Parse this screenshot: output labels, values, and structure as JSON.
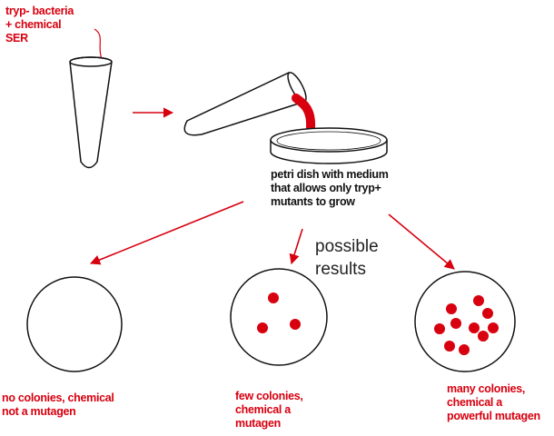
{
  "colors": {
    "accent": "#d8000f",
    "ink": "#111111"
  },
  "labels": {
    "sample": [
      "tryp- bacteria",
      "+ chemical",
      "SER"
    ],
    "dish": [
      "petri dish with medium",
      "that allows only tryp+",
      "mutants to grow"
    ],
    "possible": [
      "possible",
      "results"
    ],
    "result_none": [
      "no colonies, chemical",
      "not a mutagen"
    ],
    "result_few": [
      "few colonies,",
      "chemical a",
      "mutagen"
    ],
    "result_many": [
      "many colonies,",
      "chemical a",
      "powerful mutagen"
    ]
  },
  "results": [
    {
      "name": "no colonies",
      "colony_count": 0
    },
    {
      "name": "few colonies",
      "colony_count": 3
    },
    {
      "name": "many colonies",
      "colony_count": 10
    }
  ]
}
